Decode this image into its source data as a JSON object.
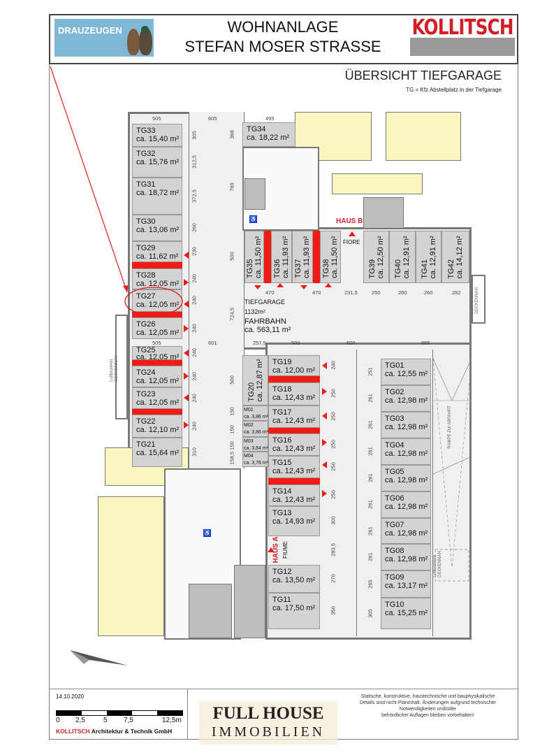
{
  "header": {
    "logo_left": "DRAUZEUGEN",
    "title_line1": "WOHNANLAGE",
    "title_line2": "STEFAN MOSER STRASSE",
    "logo_right": "KOLLITSCH"
  },
  "subheader": {
    "title": "ÜBERSICHT TIEFGARAGE",
    "legend": "TG = Kfz Abstellplatz in der Tiefgarage"
  },
  "plan": {
    "garage_label": "TIEFGARAGE",
    "garage_area": "1132m²",
    "lane_label": "FAHRBAHN",
    "lane_area": "ca. 563,11 m²",
    "haus_b": "HAUS B",
    "haus_b_name": "FIORE",
    "haus_a": "HAUS A",
    "haus_a_name": "FIUME",
    "ramp_label": "RAMPE ZU/ ABFAHRT",
    "air_well_label_1": "Luftbrunnen",
    "air_well_label_2": "DECKENNAH",
    "wheelchair_icon": "♿",
    "highlighted_spot": "TG27",
    "colors": {
      "accent": "#ee1c14",
      "spot": "#d3d3d3",
      "apartment": "#fbf6bf"
    },
    "left_spots": [
      {
        "id": "TG33",
        "area": "ca. 15,40 m²"
      },
      {
        "id": "TG32",
        "area": "ca. 15,76 m²"
      },
      {
        "id": "TG31",
        "area": "ca. 18,72 m²"
      },
      {
        "id": "TG30",
        "area": "ca. 13,06 m²"
      },
      {
        "id": "TG29",
        "area": "ca. 11,62 m²"
      },
      {
        "id": "TG28",
        "area": "ca. 12,05 m²"
      },
      {
        "id": "TG27",
        "area": "ca. 12,05 m²"
      },
      {
        "id": "TG26",
        "area": "ca. 12,05 m²"
      },
      {
        "id": "TG25",
        "area": "ca. 12,05 m²"
      },
      {
        "id": "TG24",
        "area": "ca. 12,05 m²"
      },
      {
        "id": "TG23",
        "area": "ca. 12,05 m²"
      },
      {
        "id": "TG22",
        "area": "ca. 12,10 m²"
      },
      {
        "id": "TG21",
        "area": "ca. 15,64 m²"
      }
    ],
    "top_spot": {
      "id": "TG34",
      "area": "ca. 18,22 m²"
    },
    "top_row_spots": [
      {
        "id": "TG35",
        "area": "ca. 11,50 m²"
      },
      {
        "id": "TG36",
        "area": "ca. 11,93 m²"
      },
      {
        "id": "TG37",
        "area": "ca. 11,93 m²"
      },
      {
        "id": "TG38",
        "area": "ca. 11,50 m²"
      },
      {
        "id": "TG39",
        "area": "ca. 12,50 m²"
      },
      {
        "id": "TG40",
        "area": "ca. 12,91 m²"
      },
      {
        "id": "TG41",
        "area": "ca. 12,91 m²"
      },
      {
        "id": "TG42",
        "area": "ca. 14,12 m²"
      }
    ],
    "middle_spots": [
      {
        "id": "TG20",
        "area": "ca. 12,87 m²"
      },
      {
        "id": "TG19",
        "area": "ca. 12,00 m²"
      },
      {
        "id": "TG18",
        "area": "ca. 12,43 m²"
      },
      {
        "id": "TG17",
        "area": "ca. 12,43 m²"
      },
      {
        "id": "TG16",
        "area": "ca. 12,43 m²"
      },
      {
        "id": "TG15",
        "area": "ca. 12,43 m²"
      },
      {
        "id": "TG14",
        "area": "ca. 12,43 m²"
      },
      {
        "id": "TG13",
        "area": "ca. 14,93 m²"
      },
      {
        "id": "TG12",
        "area": "ca. 13,50 m²"
      },
      {
        "id": "TG11",
        "area": "ca. 17,50 m²"
      }
    ],
    "storage": [
      {
        "id": "M01",
        "area": "ca. 3,86 m²"
      },
      {
        "id": "M02",
        "area": "ca. 3,86 m²"
      },
      {
        "id": "M03",
        "area": "ca. 3,64 m²"
      },
      {
        "id": "M04",
        "area": "ca. 3,76 m²"
      }
    ],
    "right_spots": [
      {
        "id": "TG01",
        "area": "ca. 12,55 m²"
      },
      {
        "id": "TG02",
        "area": "ca. 12,98 m²"
      },
      {
        "id": "TG03",
        "area": "ca. 12,98 m²"
      },
      {
        "id": "TG04",
        "area": "ca. 12,98 m²"
      },
      {
        "id": "TG05",
        "area": "ca. 12,98 m²"
      },
      {
        "id": "TG06",
        "area": "ca. 12,98 m²"
      },
      {
        "id": "TG07",
        "area": "ca. 12,98 m²"
      },
      {
        "id": "TG08",
        "area": "ca. 12,98 m²"
      },
      {
        "id": "TG09",
        "area": "ca. 13,17 m²"
      },
      {
        "id": "TG10",
        "area": "ca. 15,25 m²"
      }
    ],
    "dims_top": [
      "505",
      "605",
      "495"
    ],
    "dims_row_b": [
      "470",
      "470",
      "231,5",
      "250",
      "260",
      "260",
      "282"
    ],
    "dims_row_c": [
      "505",
      "601",
      "257,5",
      "500",
      "600",
      "885"
    ],
    "dims_left_col": [
      "305",
      "312,5",
      "372,5",
      "260",
      "230",
      "240",
      "240",
      "240",
      "240",
      "240",
      "240",
      "240",
      "310"
    ],
    "dims_lane": [
      "368",
      "769",
      "500",
      "724,5",
      "500",
      "150",
      "150",
      "150",
      "158,5"
    ],
    "dims_middle": [
      "240",
      "250",
      "250",
      "250",
      "250",
      "250",
      "300",
      "283,5",
      "270",
      "350"
    ],
    "dims_right": [
      "251",
      "261",
      "261",
      "261",
      "261",
      "261",
      "261",
      "261",
      "265",
      "305"
    ]
  },
  "footer": {
    "date": "14.10.2020",
    "scale_labels": [
      "0",
      "2,5",
      "5",
      "7,5",
      "12,5m"
    ],
    "company_red": "KOLLITSCH",
    "company_rest": "Architektur & Technik GmbH",
    "note_line1": "Statische, konstruktive, haustechnische und bauphysikalische",
    "note_line2": "Details sind nicht Planinhalt. Änderungen aufgrund technischer Notwendigkeiten und/oder",
    "note_line3": "behördlicher Auflagen bleiben vorbehalten!",
    "watermark_line1": "FULL HOUSE",
    "watermark_line2": "IMMOBILIEN"
  }
}
